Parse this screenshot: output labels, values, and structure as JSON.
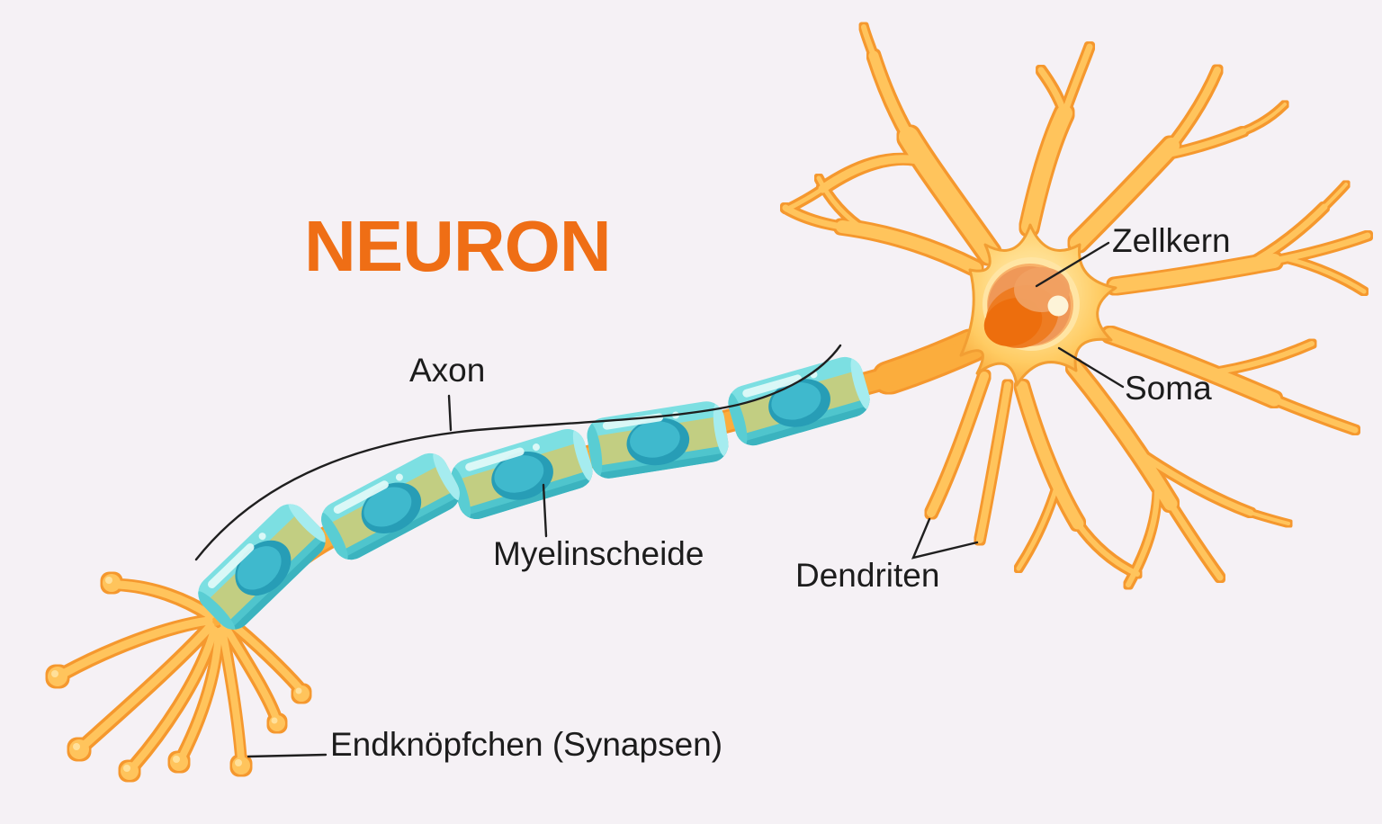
{
  "title": {
    "text": "NEURON"
  },
  "labels": {
    "zellkern": "Zellkern",
    "soma": "Soma",
    "axon": "Axon",
    "myelinscheide": "Myelinscheide",
    "dendriten": "Dendriten",
    "endknoepfchen": "Endknöpfchen (Synapsen)"
  },
  "colors": {
    "background": "#F5F1F5",
    "title": "#EF6E15",
    "label_text": "#1C1C1C",
    "leader_line": "#1F1F1F",
    "dendrite_fill": "#FFC45C",
    "dendrite_outline": "#F5982D",
    "axon_fill": "#FBAD3E",
    "soma_light": "#FFEBB2",
    "soma_dark": "#F9AC3F",
    "myelin_cyan": "#7CDFE2",
    "myelin_cyan_dark": "#4FC5CD",
    "myelin_band": "#C2CE82",
    "myelin_cell_nucleus": "#2AA0B9",
    "nucleus_orange": "#EE7C22",
    "nucleus_dark": "#ED6E0D",
    "nucleus_highlight": "#FDF4D8"
  }
}
